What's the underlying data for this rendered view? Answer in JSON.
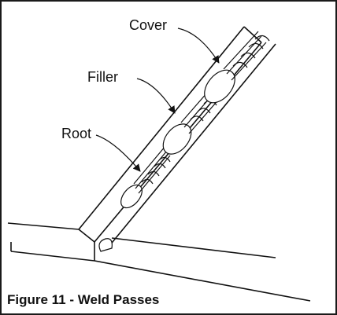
{
  "labels": {
    "cover": "Cover",
    "filler": "Filler",
    "root": "Root"
  },
  "caption": "Figure 11 - Weld Passes"
}
